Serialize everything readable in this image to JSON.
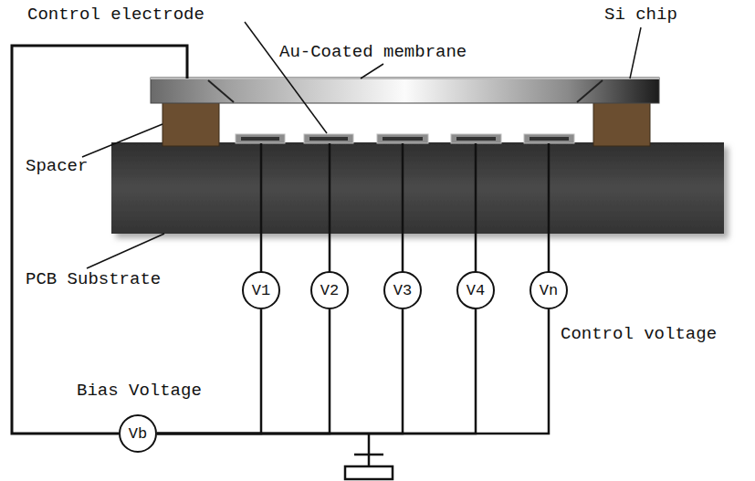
{
  "diagram": {
    "nodes": [
      {
        "text": [
          "V1"
        ]
      },
      {
        "text": [
          "V2"
        ]
      },
      {
        "text": [
          "V3"
        ]
      },
      {
        "text": [
          "V4"
        ]
      },
      {
        "text": [
          "Vn"
        ]
      },
      {
        "text": [
          "Vb"
        ]
      }
    ],
    "edges": [
      {
        "from": 5,
        "to": 0,
        "arrow": "none"
      },
      {
        "from": 5,
        "to": 1,
        "arrow": "none"
      },
      {
        "from": 5,
        "to": 2,
        "arrow": "none"
      },
      {
        "from": 5,
        "to": 3,
        "arrow": "none"
      },
      {
        "from": 5,
        "to": 4,
        "arrow": "none"
      }
    ],
    "labels": [
      "Control electrode",
      "Au-Coated membrane",
      "Si chip",
      "Spacer",
      "PCB Substrate",
      "Control voltage",
      "Bias Voltage"
    ]
  }
}
